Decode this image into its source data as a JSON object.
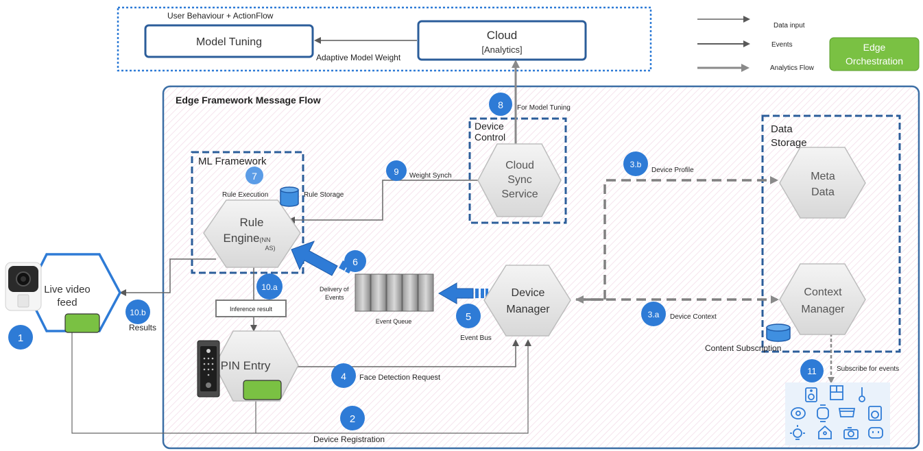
{
  "cloud_panel": {
    "title": "User Behaviour + ActionFlow",
    "model_tuning": "Model Tuning",
    "cloud_title": "Cloud",
    "cloud_subtitle": "[Analytics]",
    "adaptive_label": "Adaptive Model Weight"
  },
  "legend": {
    "data_input": "Data input",
    "events": "Events",
    "analytics_flow": "Analytics Flow",
    "edge_orchestration_line1": "Edge",
    "edge_orchestration_line2": "Orchestration",
    "colors": {
      "orchestration": "#7ac143",
      "accent": "#2e7bd6",
      "frame": "#3b6ea5"
    }
  },
  "framework": {
    "title": "Edge Framework Message Flow",
    "ml_framework": "ML Framework",
    "rule_execution": "Rule Execution",
    "rule_storage": "Rule Storage",
    "rule_engine_line1": "Rule",
    "rule_engine_line2": "Engine",
    "rule_engine_sub1": "(NN",
    "rule_engine_sub2": "AS)",
    "device_control_line1": "Device",
    "device_control_line2": "Control",
    "cloud_sync_line1": "Cloud",
    "cloud_sync_line2": "Sync",
    "cloud_sync_line3": "Service",
    "data_storage_line1": "Data",
    "data_storage_line2": "Storage",
    "meta_data_line1": "Meta",
    "meta_data_line2": "Data",
    "context_manager_line1": "Context",
    "context_manager_line2": "Manager",
    "content_subscription": "Content Subscription",
    "device_manager_line1": "Device",
    "device_manager_line2": "Manager",
    "event_queue": "Event Queue",
    "event_bus": "Event Bus",
    "delivery_line1": "Delivery of",
    "delivery_line2": "Events",
    "inference_result": "Inference result",
    "pin_entry": "PIN Entry",
    "live_video_line1": "Live video",
    "live_video_line2": "feed",
    "results": "Results",
    "face_detection": "Face Detection Request",
    "device_registration": "Device Registration",
    "weight_synch": "Weight Synch",
    "for_model_tuning": "For Model Tuning",
    "device_profile": "Device Profile",
    "device_context": "Device Context",
    "subscribe_for_events": "Subscribe for events"
  },
  "steps": {
    "s1": "1",
    "s2": "2",
    "s3a": "3.a",
    "s3b": "3.b",
    "s4": "4",
    "s5": "5",
    "s6": "6",
    "s7": "7",
    "s8": "8",
    "s9": "9",
    "s10a": "10.a",
    "s10b": "10.b",
    "s11": "11"
  },
  "icons": [
    "speaker-icon",
    "fridge-icon",
    "thermometer-icon",
    "smoke-detector-icon",
    "watch-icon",
    "cooker-icon",
    "washer-icon",
    "bulb-icon",
    "home-sensor-icon",
    "camera-icon",
    "plug-icon"
  ]
}
